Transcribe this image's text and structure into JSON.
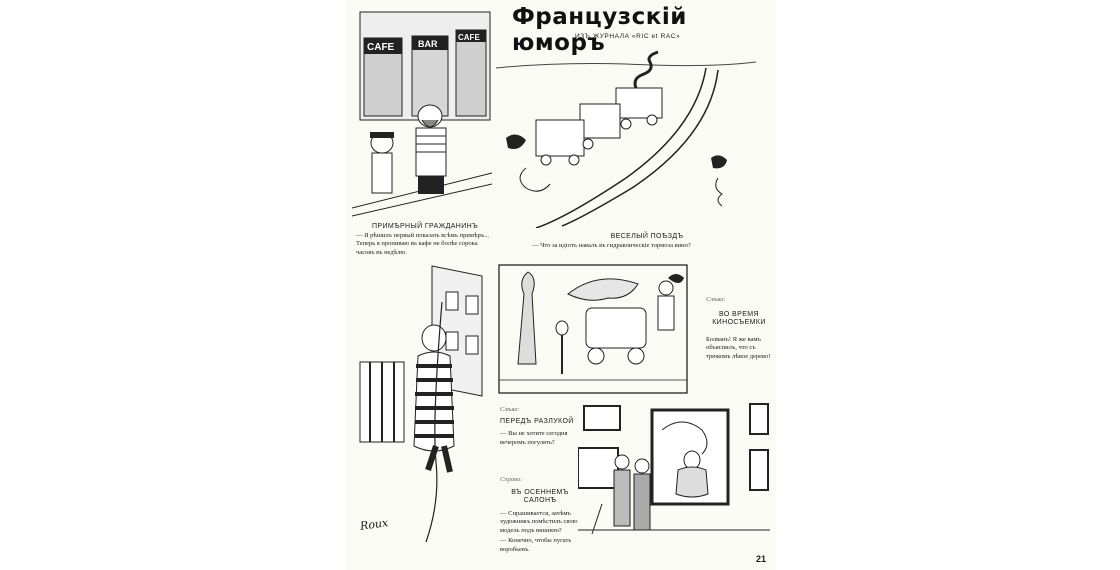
{
  "page": {
    "title": "Французскій юморъ",
    "source": "ИЗЪ ЖУРНАЛА «RIC et RAC»",
    "page_number": "21"
  },
  "cartoons": {
    "citizen": {
      "caption_title": "ПРИМѢРНЫЙ ГРАЖДАНИНЪ",
      "caption_text": "— Я рѣшилъ первый показать всѣмъ примѣръ... Теперь я пропиваю въ кафе не болѣе сорока часовъ въ недѣлю.",
      "signs": [
        "CAFE",
        "BAR",
        "CAFE"
      ]
    },
    "train": {
      "caption_title": "ВЕСЕЛЫЙ ПОѢЗДЪ",
      "caption_text": "— Что за идіотъ навалъ въ гидравлическіе тормоза вино?"
    },
    "filming": {
      "label": "Слѣва:",
      "caption_title": "ВО ВРЕМЯ КИНОСЪЕМКИ",
      "caption_text": "Болванъ! Я же вамъ объяснилъ, что съ трюкомъ лѣвое дерево!"
    },
    "parting": {
      "label": "Слѣва:",
      "caption_title": "ПЕРЕДЪ РАЗЛУКОЙ",
      "caption_text": "— Вы не хотите сегодня вечеромъ погулять?"
    },
    "salon": {
      "label": "Справа:",
      "caption_title": "ВЪ ОСЕННЕМЪ САЛОНѢ",
      "caption_text": "— Спрашивается, зачѣмъ художникъ помѣстилъ свою модель подъ вишнею?",
      "caption_text2": "— Конечно, чтобы пугать воробьевъ."
    }
  },
  "artist_signature": "Roux"
}
